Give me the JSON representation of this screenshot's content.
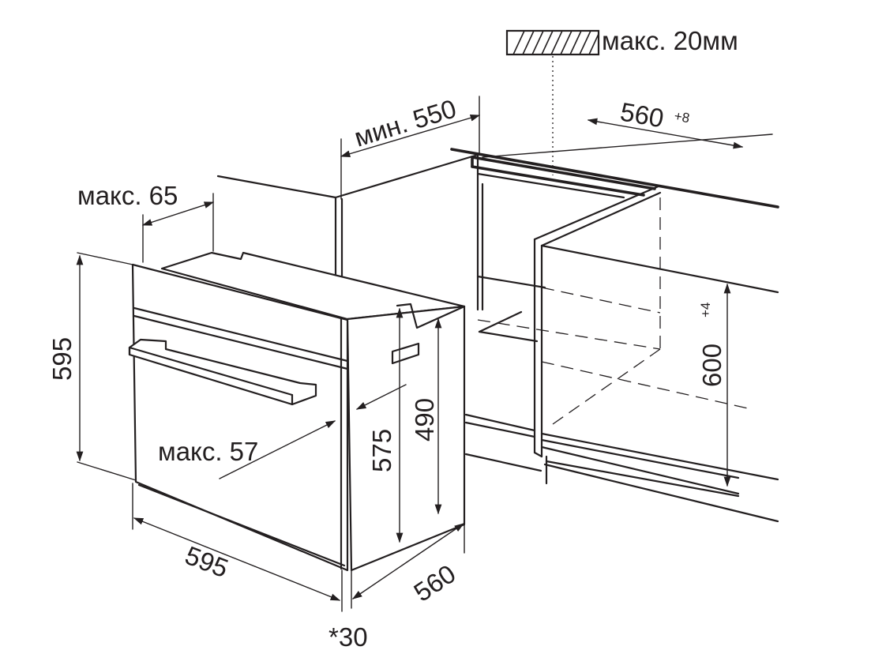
{
  "labels": {
    "countertop_max": "макс. 20мм",
    "min_depth": "мин. 550",
    "niche_width": "560",
    "niche_width_tol": "+8",
    "niche_height": "600",
    "niche_height_tol": "+4",
    "front_overhang_max": "макс. 65",
    "oven_height": "595",
    "handle_depth_max": "макс. 57",
    "body_height": "575",
    "inner_height": "490",
    "oven_width": "595",
    "oven_depth": "560",
    "bottom_note": "*30"
  },
  "icons": {
    "hatch": "hatch-pattern-icon",
    "arrow": "dimension-arrow-icon"
  },
  "colors": {
    "line": "#231f20",
    "background": "#ffffff"
  }
}
